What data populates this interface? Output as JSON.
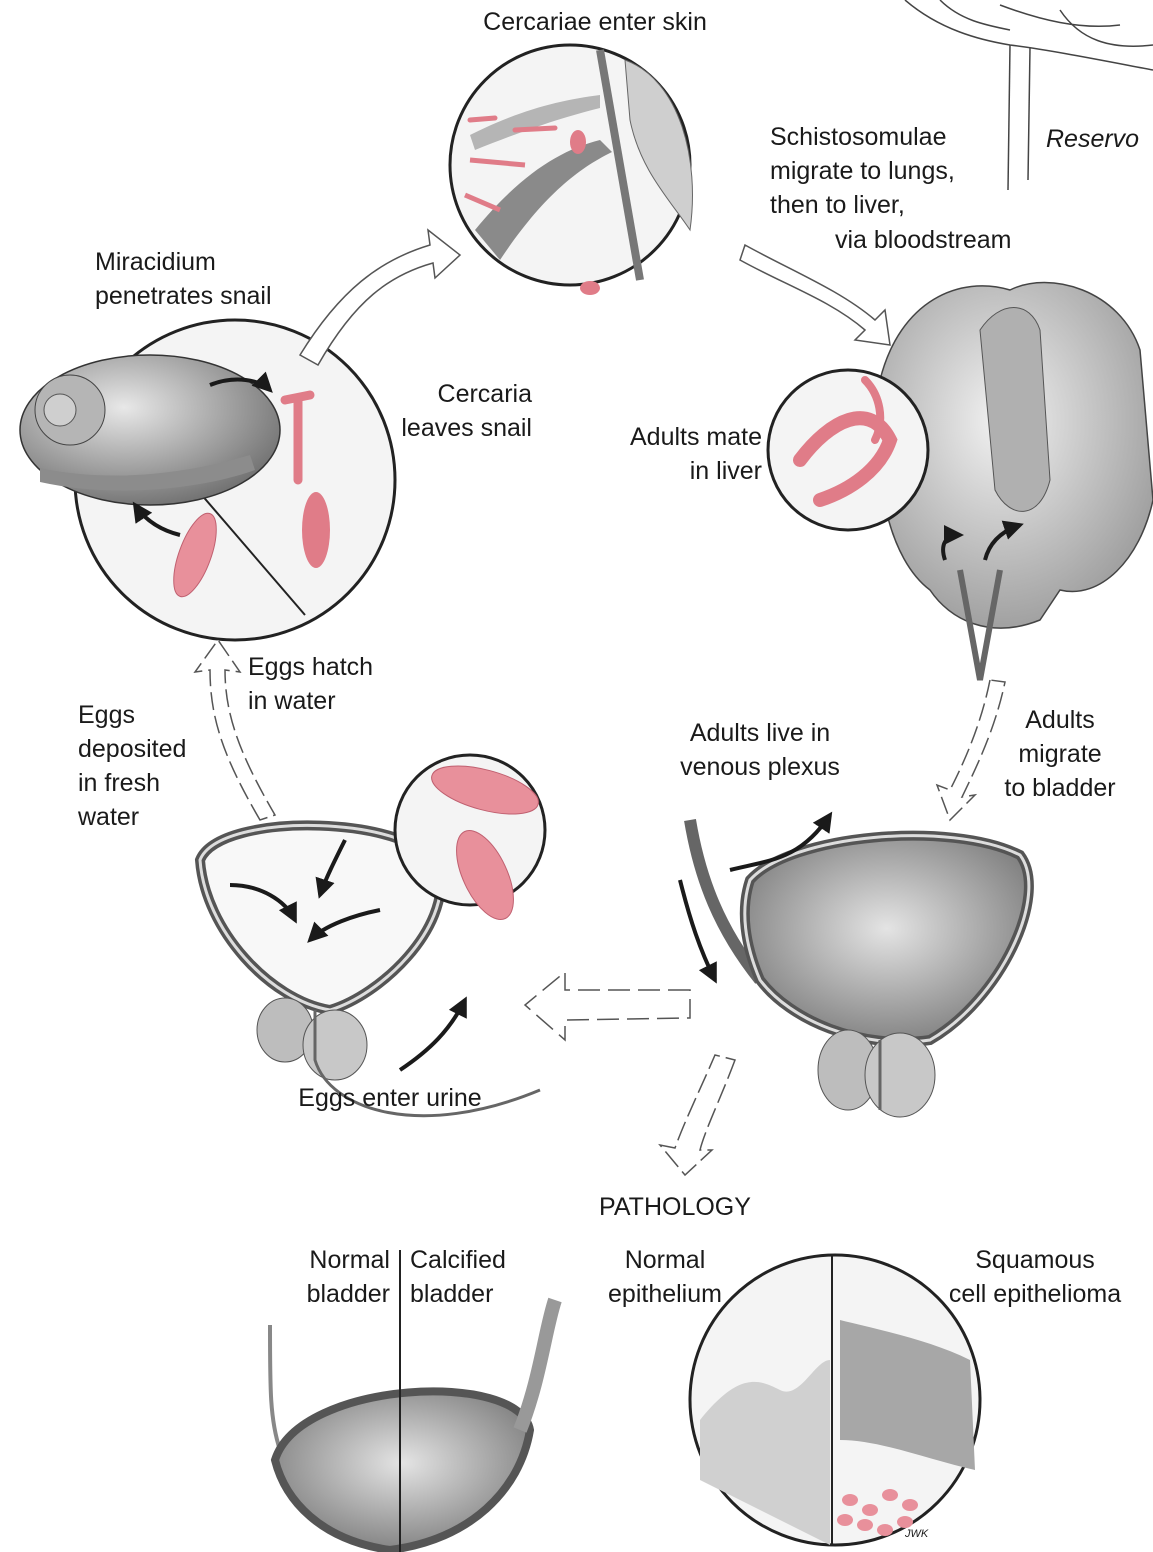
{
  "labels": {
    "cercariae_enter_skin": "Cercariae enter skin",
    "reservoir": "Reservo",
    "schistosomulae": "Schistosomulae\nmigrate to lungs,\nthen to liver,",
    "via_bloodstream": "via bloodstream",
    "miracidium": "Miracidium\npenetrates snail",
    "cercaria_leaves": "Cercaria\nleaves snail",
    "adults_mate": "Adults mate\nin liver",
    "eggs_hatch": "Eggs hatch\nin water",
    "eggs_deposited": "Eggs\ndeposited\nin fresh\nwater",
    "adults_live": "Adults live in\nvenous plexus",
    "adults_migrate": "Adults\nmigrate\nto bladder",
    "eggs_enter_urine": "Eggs enter urine",
    "pathology": "PATHOLOGY",
    "normal_bladder": "Normal\nbladder",
    "calcified_bladder": "Calcified\nbladder",
    "normal_epithelium": "Normal\nepithelium",
    "squamous": "Squamous\ncell epithelioma",
    "signature": "JWK"
  },
  "colors": {
    "parasite": "#e07c88",
    "parasite_fill": "#f2b8bf",
    "tissue": "#9a9a9a",
    "tissue_light": "#d6d6d6",
    "line": "#1a1a1a"
  }
}
